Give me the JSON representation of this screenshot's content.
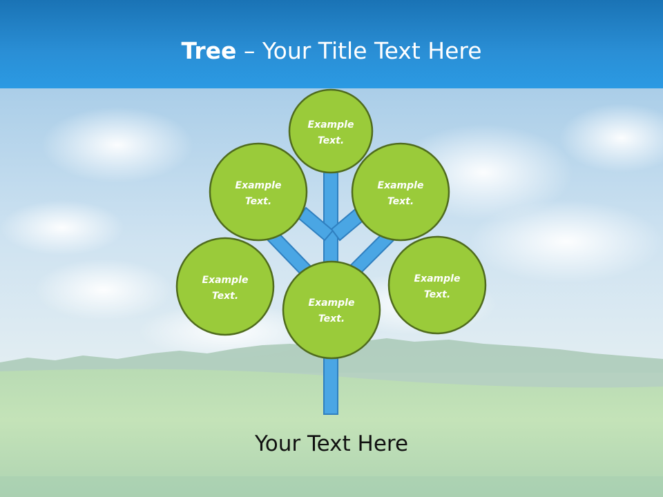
{
  "title": {
    "bold": "Tree",
    "separator": "–",
    "rest": "Your Title Text Here"
  },
  "nodes": [
    {
      "id": "top",
      "line1": "Example",
      "line2": "Text."
    },
    {
      "id": "upper-left",
      "line1": "Example",
      "line2": "Text."
    },
    {
      "id": "upper-right",
      "line1": "Example",
      "line2": "Text."
    },
    {
      "id": "lower-left",
      "line1": "Example",
      "line2": "Text."
    },
    {
      "id": "center",
      "line1": "Example",
      "line2": "Text."
    },
    {
      "id": "lower-right",
      "line1": "Example",
      "line2": "Text."
    }
  ],
  "caption": "Your Text Here",
  "colors": {
    "node_fill": "#9acb3a",
    "node_stroke": "#4f6b1d",
    "branch_fill": "#4aa6e4",
    "branch_stroke": "#2f7fbf",
    "title_bar": "#2a8fd6"
  }
}
